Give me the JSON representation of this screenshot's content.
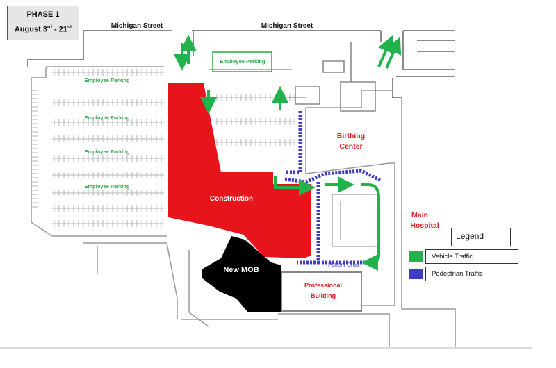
{
  "phase": {
    "title": "PHASE 1",
    "dates_prefix": "August 3",
    "dates_sup1": "rd",
    "dates_mid": " - 21",
    "dates_sup2": "st"
  },
  "streets": {
    "left": "Michigan Street",
    "right": "Michigan Street"
  },
  "parking": {
    "top_lot": "Employee Parking",
    "rows": [
      "Employee Parking",
      "Employee Parking",
      "Employee Parking",
      "Employee Parking"
    ]
  },
  "buildings": {
    "construction": "Construction",
    "new_mob": "New MOB",
    "birthing_1": "Birthing",
    "birthing_2": "Center",
    "main_1": "Main",
    "main_2": "Hospital",
    "professional_1": "Professional",
    "professional_2": "Building"
  },
  "patient_drop": "Patient Drop",
  "legend": {
    "title": "Legend",
    "vehicle_label": "Vehicle Traffic",
    "pedestrian_label": "Pedestrian Traffic"
  },
  "colors": {
    "construction": "#e8141c",
    "new_mob": "#000000",
    "vehicle": "#22b24c",
    "pedestrian": "#3c3cc8",
    "building_label": "#e0201f",
    "parking_label": "#2fa84a"
  }
}
